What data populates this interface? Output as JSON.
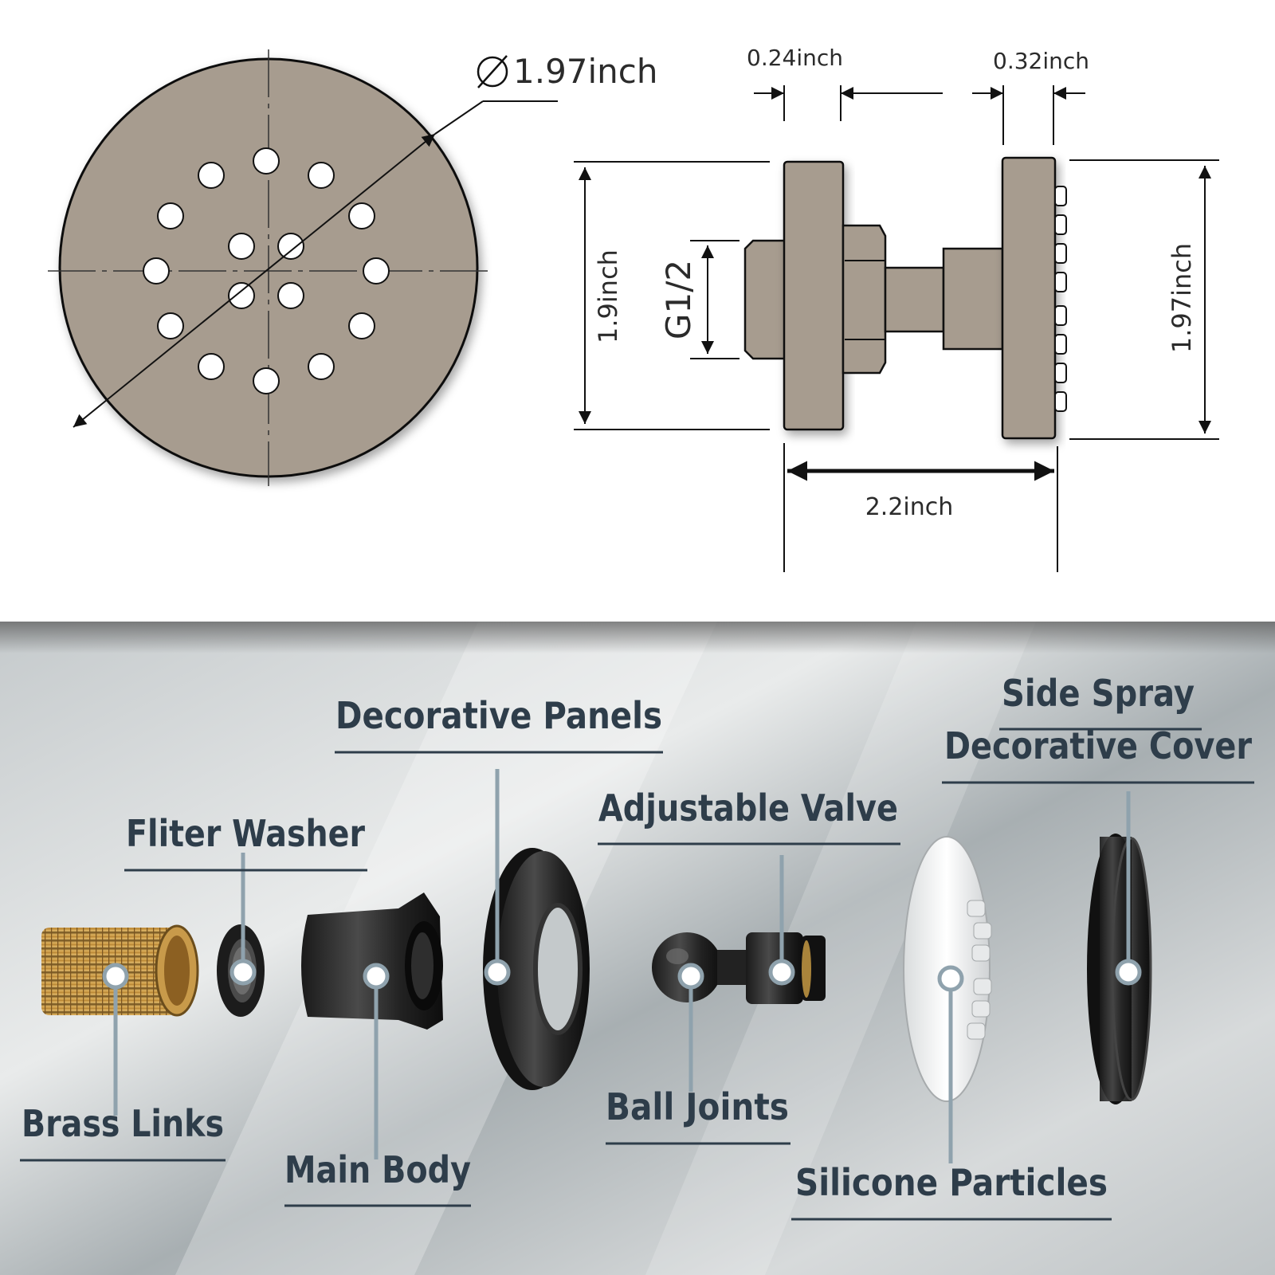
{
  "colors": {
    "metal": "#a79c8f",
    "line": "#111111",
    "label": "#2e3d4a",
    "callout": "#8fa2ad",
    "bg_light": "#e6e8e9",
    "bg_dark": "#9aa2a6"
  },
  "dimensions": {
    "diameter": "1.97inch",
    "flange_thickness": "0.24inch",
    "cover_thickness": "0.32inch",
    "thread": "G1/2",
    "flange_height": "1.9inch",
    "cover_height": "1.97inch",
    "total_length": "2.2inch"
  },
  "parts": {
    "decorative_panels": "Decorative Panels",
    "side_spray_line1": "Side Spray",
    "side_spray_line2": "Decorative Cover",
    "fliter_washer": "Fliter Washer",
    "adjustable_valve": "Adjustable Valve",
    "brass_links": "Brass Links",
    "main_body": "Main Body",
    "ball_joints": "Ball Joints",
    "silicone_particles": "Silicone Particles"
  }
}
